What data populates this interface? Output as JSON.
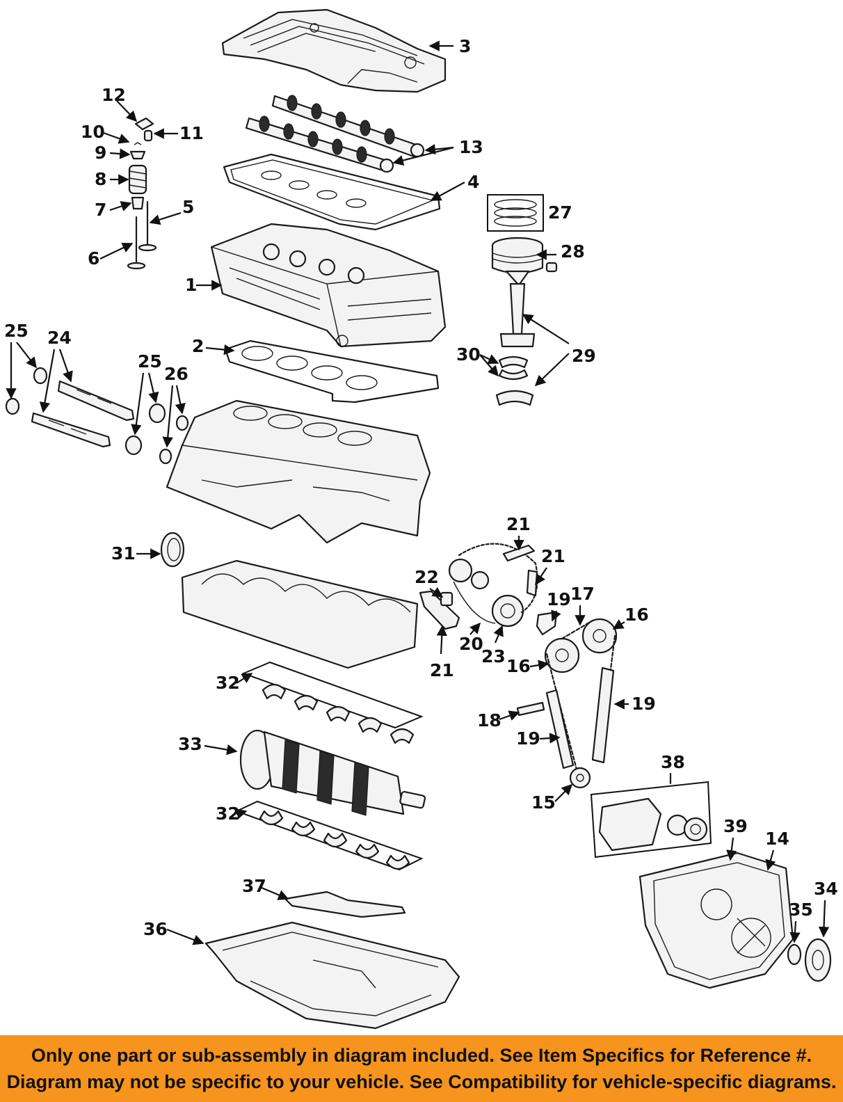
{
  "callouts": {
    "c1": "1",
    "c2": "2",
    "c3": "3",
    "c4": "4",
    "c5": "5",
    "c6": "6",
    "c7": "7",
    "c8": "8",
    "c9": "9",
    "c10": "10",
    "c11": "11",
    "c12": "12",
    "c13": "13",
    "c14": "14",
    "c15": "15",
    "c16": "16",
    "c17": "17",
    "c18": "18",
    "c19": "19",
    "c20": "20",
    "c21": "21",
    "c22": "22",
    "c23": "23",
    "c24": "24",
    "c25": "25",
    "c26": "26",
    "c27": "27",
    "c28": "28",
    "c29": "29",
    "c30": "30",
    "c31": "31",
    "c32": "32",
    "c33": "33",
    "c34": "34",
    "c35": "35",
    "c36": "36",
    "c37": "37",
    "c38": "38",
    "c39": "39"
  },
  "footer": {
    "line1": "Only one part or sub-assembly in diagram included. See Item Specifics for Reference #.",
    "line2": "Diagram may not be specific to your vehicle. See Compatibility for vehicle-specific diagrams."
  },
  "colors": {
    "footer_background": "#f7941d",
    "line_art": "#1a1a1a"
  }
}
